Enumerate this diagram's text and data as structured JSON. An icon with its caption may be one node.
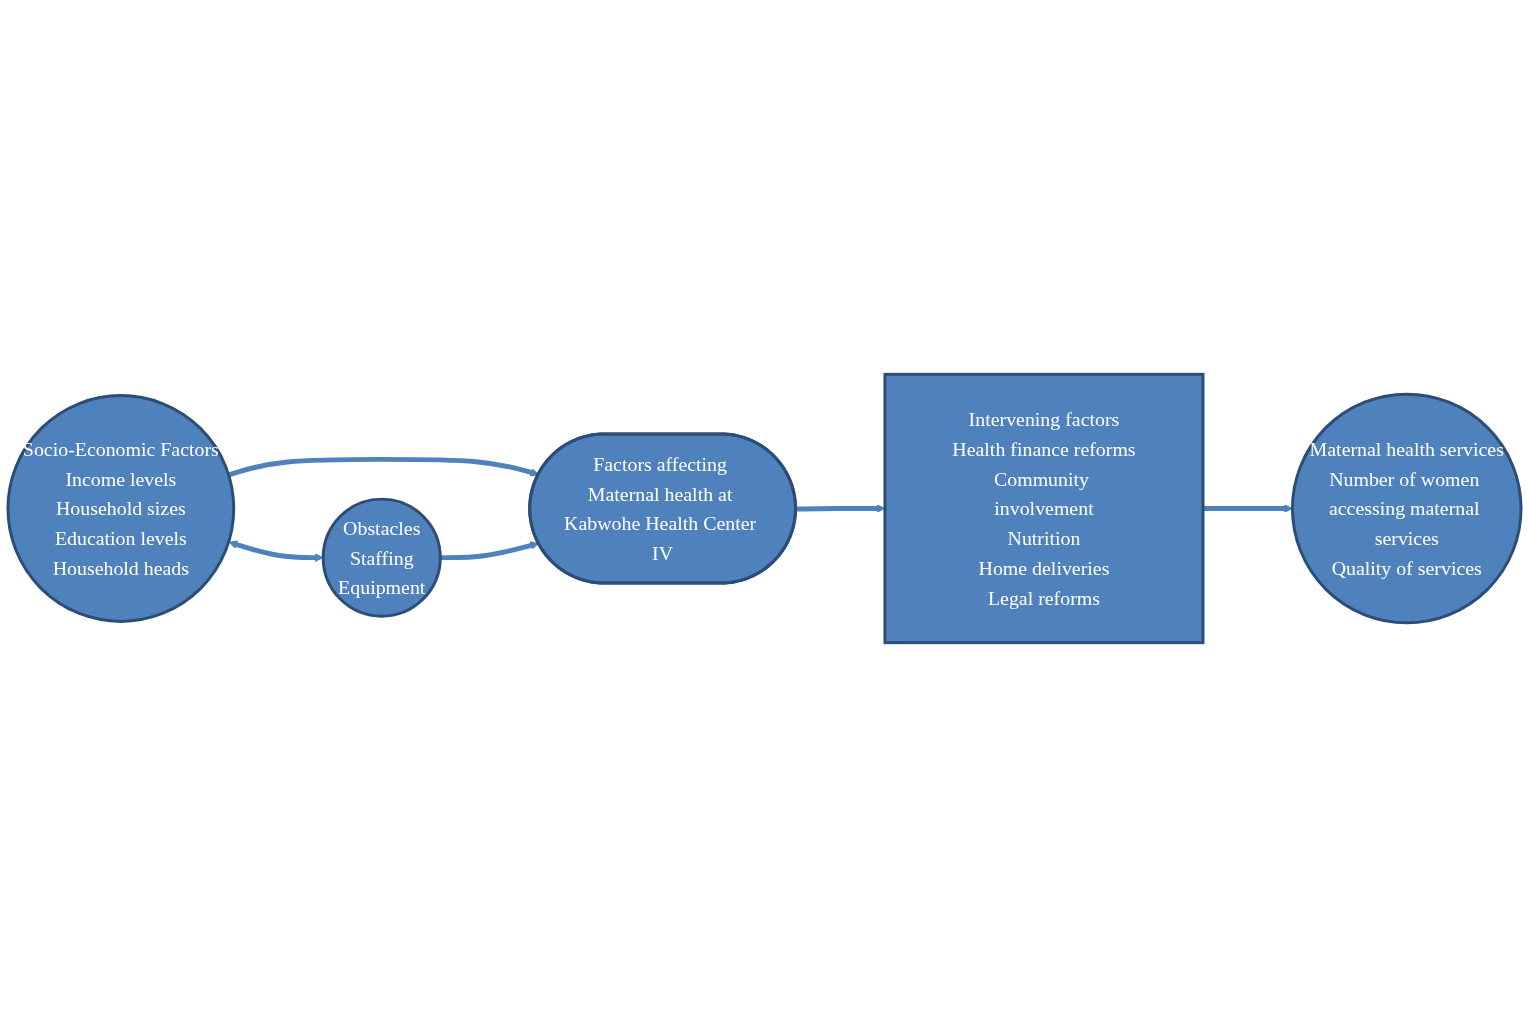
{
  "diagram": {
    "nodes": [
      {
        "text": [
          "Socio-Economic Factors",
          "Income levels",
          "Household sizes",
          "Education levels",
          "Household heads"
        ]
      },
      {
        "text": [
          "Obstacles",
          "Staffing",
          "Equipment"
        ]
      },
      {
        "text": [
          "Factors affecting Maternal health at Kabwohe Health Center IV"
        ]
      },
      {
        "text": [
          "Intervening factors",
          "Health finance reforms",
          "Community involvement",
          "Nutrition",
          "Home deliveries",
          "Legal reforms"
        ]
      },
      {
        "text": [
          "Maternal health services",
          "Number of women accessing maternal services",
          "Quality of services"
        ]
      }
    ],
    "edges": [
      {
        "from": 0,
        "to": 2,
        "arrow": "to"
      },
      {
        "from": 0,
        "to": 1,
        "arrow": "both"
      },
      {
        "from": 1,
        "to": 2,
        "arrow": "to"
      },
      {
        "from": 2,
        "to": 3,
        "arrow": "to"
      },
      {
        "from": 3,
        "to": 4,
        "arrow": "to"
      }
    ]
  }
}
